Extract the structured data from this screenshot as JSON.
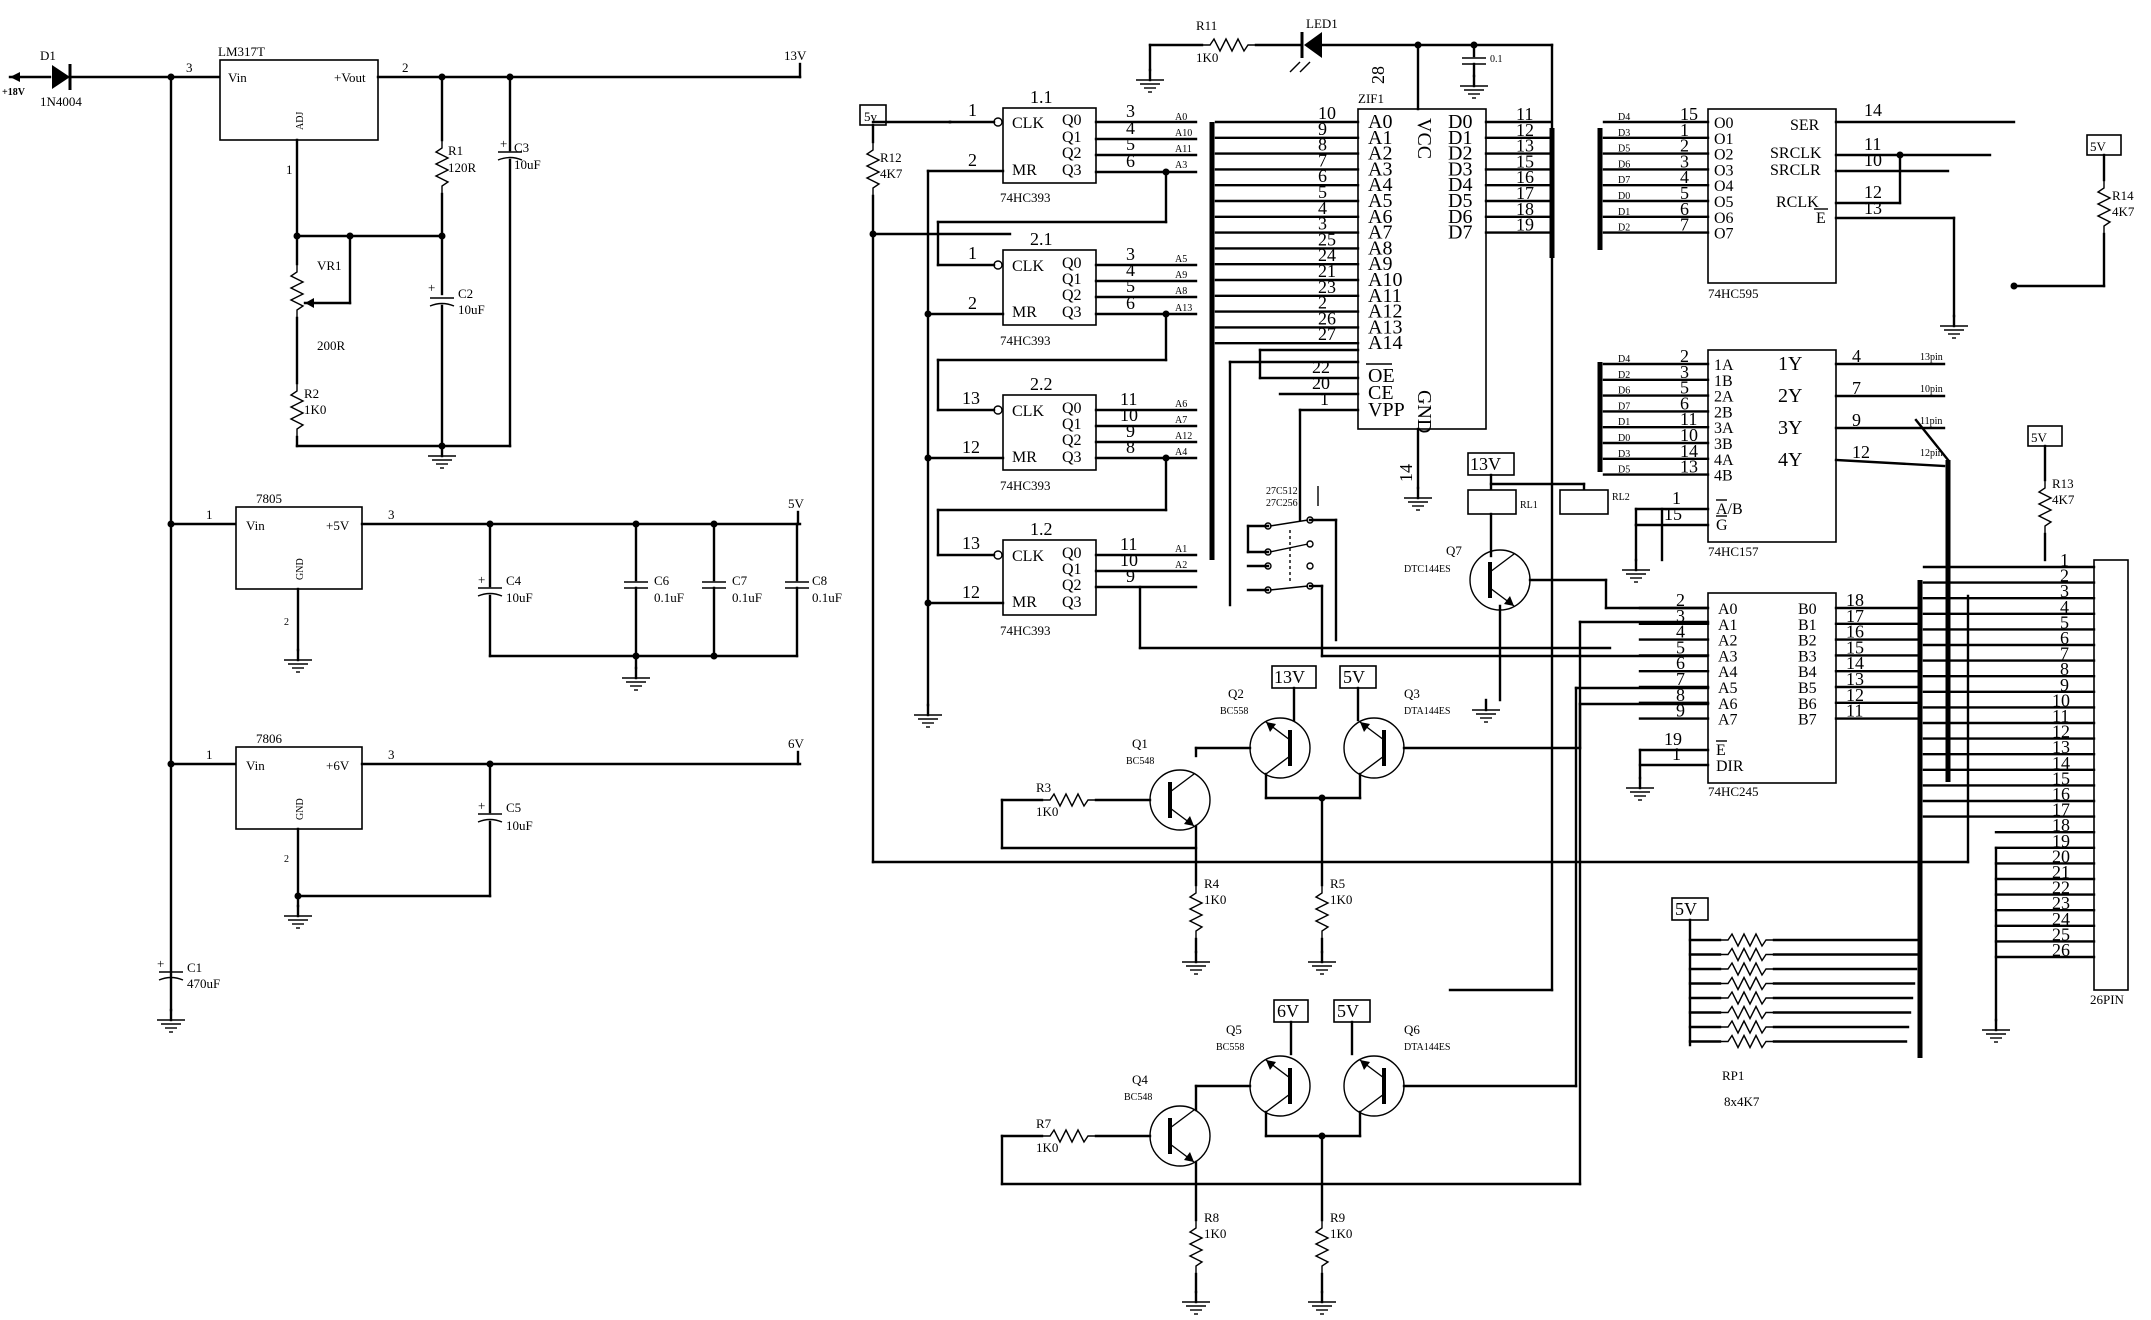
{
  "power": {
    "d1": "D1",
    "d1_part": "1N4004",
    "input_v": "+18V",
    "lm317": "LM317T",
    "lm317_vin": "Vin",
    "lm317_vout": "+Vout",
    "lm317_adj": "ADJ",
    "pin3": "3",
    "pin2": "2",
    "pin1": "1",
    "out13": "13V",
    "r1": "R1",
    "r1v": "120R",
    "c3": "C3",
    "c3v": "10uF",
    "vr1": "VR1",
    "vr1v": "200R",
    "c2": "C2",
    "c2v": "10uF",
    "r2": "R2",
    "r2v": "1K0",
    "u7805": "7805",
    "u7805_vin": "Vin",
    "u7805_out": "+5V",
    "gnd": "GND",
    "out5": "5V",
    "c4": "C4",
    "c4v": "10uF",
    "c6": "C6",
    "c6v": "0.1uF",
    "c7": "C7",
    "c7v": "0.1uF",
    "c8": "C8",
    "c8v": "0.1uF",
    "u7806": "7806",
    "u7806_vin": "Vin",
    "u7806_out": "+6V",
    "out6": "6V",
    "c5": "C5",
    "c5v": "10uF",
    "c1": "C1",
    "c1v": "470uF"
  },
  "counters": {
    "v5": "5v",
    "r12": "R12",
    "r12v": "4K7",
    "part": "74HC393",
    "clk": "CLK",
    "mr": "MR",
    "q0": "Q0",
    "q1": "Q1",
    "q2": "Q2",
    "q3": "Q3",
    "u1": "1.1",
    "u2": "2.1",
    "u3": "2.2",
    "u4": "1.2"
  },
  "zif": {
    "name": "ZIF1",
    "vcc": "VCC",
    "gnd": "GND",
    "oe": "OE",
    "ce": "CE",
    "vpp": "VPP",
    "a": [
      "A0",
      "A1",
      "A2",
      "A3",
      "A4",
      "A5",
      "A6",
      "A7",
      "A8",
      "A9",
      "A10",
      "A11",
      "A12",
      "A13",
      "A14"
    ],
    "apins": [
      "10",
      "9",
      "8",
      "7",
      "6",
      "5",
      "4",
      "3",
      "25",
      "24",
      "21",
      "23",
      "2",
      "26",
      "27"
    ],
    "d": [
      "D0",
      "D1",
      "D2",
      "D3",
      "D4",
      "D5",
      "D6",
      "D7"
    ],
    "dpins": [
      "11",
      "12",
      "13",
      "15",
      "16",
      "17",
      "18",
      "19"
    ],
    "pin28": "28",
    "pin14": "14",
    "pin22": "22",
    "pin20": "20",
    "pin1": "1",
    "jumper": "27C512",
    "jumper2": "27C256"
  },
  "led": {
    "r11": "R11",
    "r11v": "1K0",
    "led1": "LED1",
    "cap": "0.1"
  },
  "sr": {
    "part": "74HC595",
    "o": [
      "O0",
      "O1",
      "O2",
      "O3",
      "O4",
      "O5",
      "O6",
      "O7"
    ],
    "opins": [
      "15",
      "1",
      "2",
      "3",
      "4",
      "5",
      "6",
      "7"
    ],
    "dlabels": [
      "D4",
      "D3",
      "D5",
      "D6",
      "D7",
      "D0",
      "D1",
      "D2"
    ],
    "ser": "SER",
    "srclk": "SRCLK",
    "srclr": "SRCLR",
    "rclk": "RCLK",
    "e": "E",
    "p14": "14",
    "p11": "11",
    "p10": "10",
    "p12": "12",
    "p13": "13",
    "v5": "5V",
    "r14": "R14",
    "r14v": "4K7"
  },
  "mux": {
    "part": "74HC157",
    "ins": [
      "1A",
      "1B",
      "2A",
      "2B",
      "3A",
      "3B",
      "4A",
      "4B"
    ],
    "inpins": [
      "2",
      "3",
      "5",
      "6",
      "11",
      "10",
      "14",
      "13"
    ],
    "dlabels": [
      "D4",
      "D2",
      "D6",
      "D7",
      "D1",
      "D0",
      "D3",
      "D5"
    ],
    "outs": [
      "1Y",
      "2Y",
      "3Y",
      "4Y"
    ],
    "outpins": [
      "4",
      "7",
      "9",
      "12"
    ],
    "pinlabels": [
      "13pin",
      "10pin",
      "11pin",
      "12pin"
    ],
    "ab": "A/B",
    "g": "G",
    "p1": "1",
    "p15": "15",
    "v5": "5V",
    "r13": "R13",
    "r13v": "4K7"
  },
  "buf": {
    "part": "74HC245",
    "a": [
      "A0",
      "A1",
      "A2",
      "A3",
      "A4",
      "A5",
      "A6",
      "A7"
    ],
    "apins": [
      "2",
      "3",
      "4",
      "5",
      "6",
      "7",
      "8",
      "9"
    ],
    "b": [
      "B0",
      "B1",
      "B2",
      "B3",
      "B4",
      "B5",
      "B6",
      "B7"
    ],
    "bpins": [
      "18",
      "17",
      "16",
      "15",
      "14",
      "13",
      "12",
      "11"
    ],
    "e": "E",
    "dir": "DIR",
    "p19": "19",
    "p1": "1"
  },
  "relays": {
    "v13": "13V",
    "rl1": "RL1",
    "rl2": "RL2",
    "q7": "Q7",
    "q7p": "DTC144ES"
  },
  "drivers": {
    "v13": "13V",
    "v5": "5V",
    "v6": "6V",
    "q1": "Q1",
    "q1p": "BC548",
    "q2": "Q2",
    "q2p": "BC558",
    "q3": "Q3",
    "q3p": "DTA144ES",
    "q4": "Q4",
    "q4p": "BC548",
    "q5": "Q5",
    "q5p": "BC558",
    "q6": "Q6",
    "q6p": "DTA144ES",
    "r3": "R3",
    "r4": "R4",
    "r5": "R5",
    "r7": "R7",
    "r8": "R8",
    "r9": "R9",
    "rv": "1K0"
  },
  "connector": {
    "pins": [
      "1",
      "2",
      "3",
      "4",
      "5",
      "6",
      "7",
      "8",
      "9",
      "10",
      "11",
      "12",
      "13",
      "14",
      "15",
      "16",
      "17",
      "18",
      "19",
      "20",
      "21",
      "22",
      "23",
      "24",
      "25",
      "26"
    ],
    "name": "26PIN",
    "v5": "5V",
    "rp1": "RP1",
    "rp1v": "8x4K7"
  }
}
